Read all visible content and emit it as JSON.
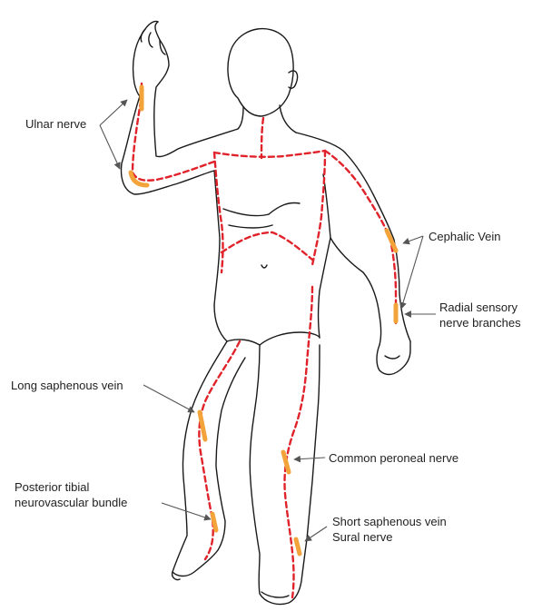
{
  "colors": {
    "incision": "#e0232b",
    "site": "#f2a33a",
    "outline": "#1a1a1a",
    "pointer": "#555555",
    "text": "#222222"
  },
  "labels": {
    "ulnar_nerve": "Ulnar nerve",
    "cephalic_vein": "Cephalic Vein",
    "radial_sensory": [
      "Radial sensory",
      "nerve branches"
    ],
    "long_saphenous_vein": "Long saphenous vein",
    "common_peroneal_nerve": "Common peroneal nerve",
    "posterior_tibial": [
      "Posterior tibial",
      "neurovascular bundle"
    ],
    "short_saphenous_vein": "Short saphenous vein",
    "sural_nerve": "Sural nerve"
  }
}
